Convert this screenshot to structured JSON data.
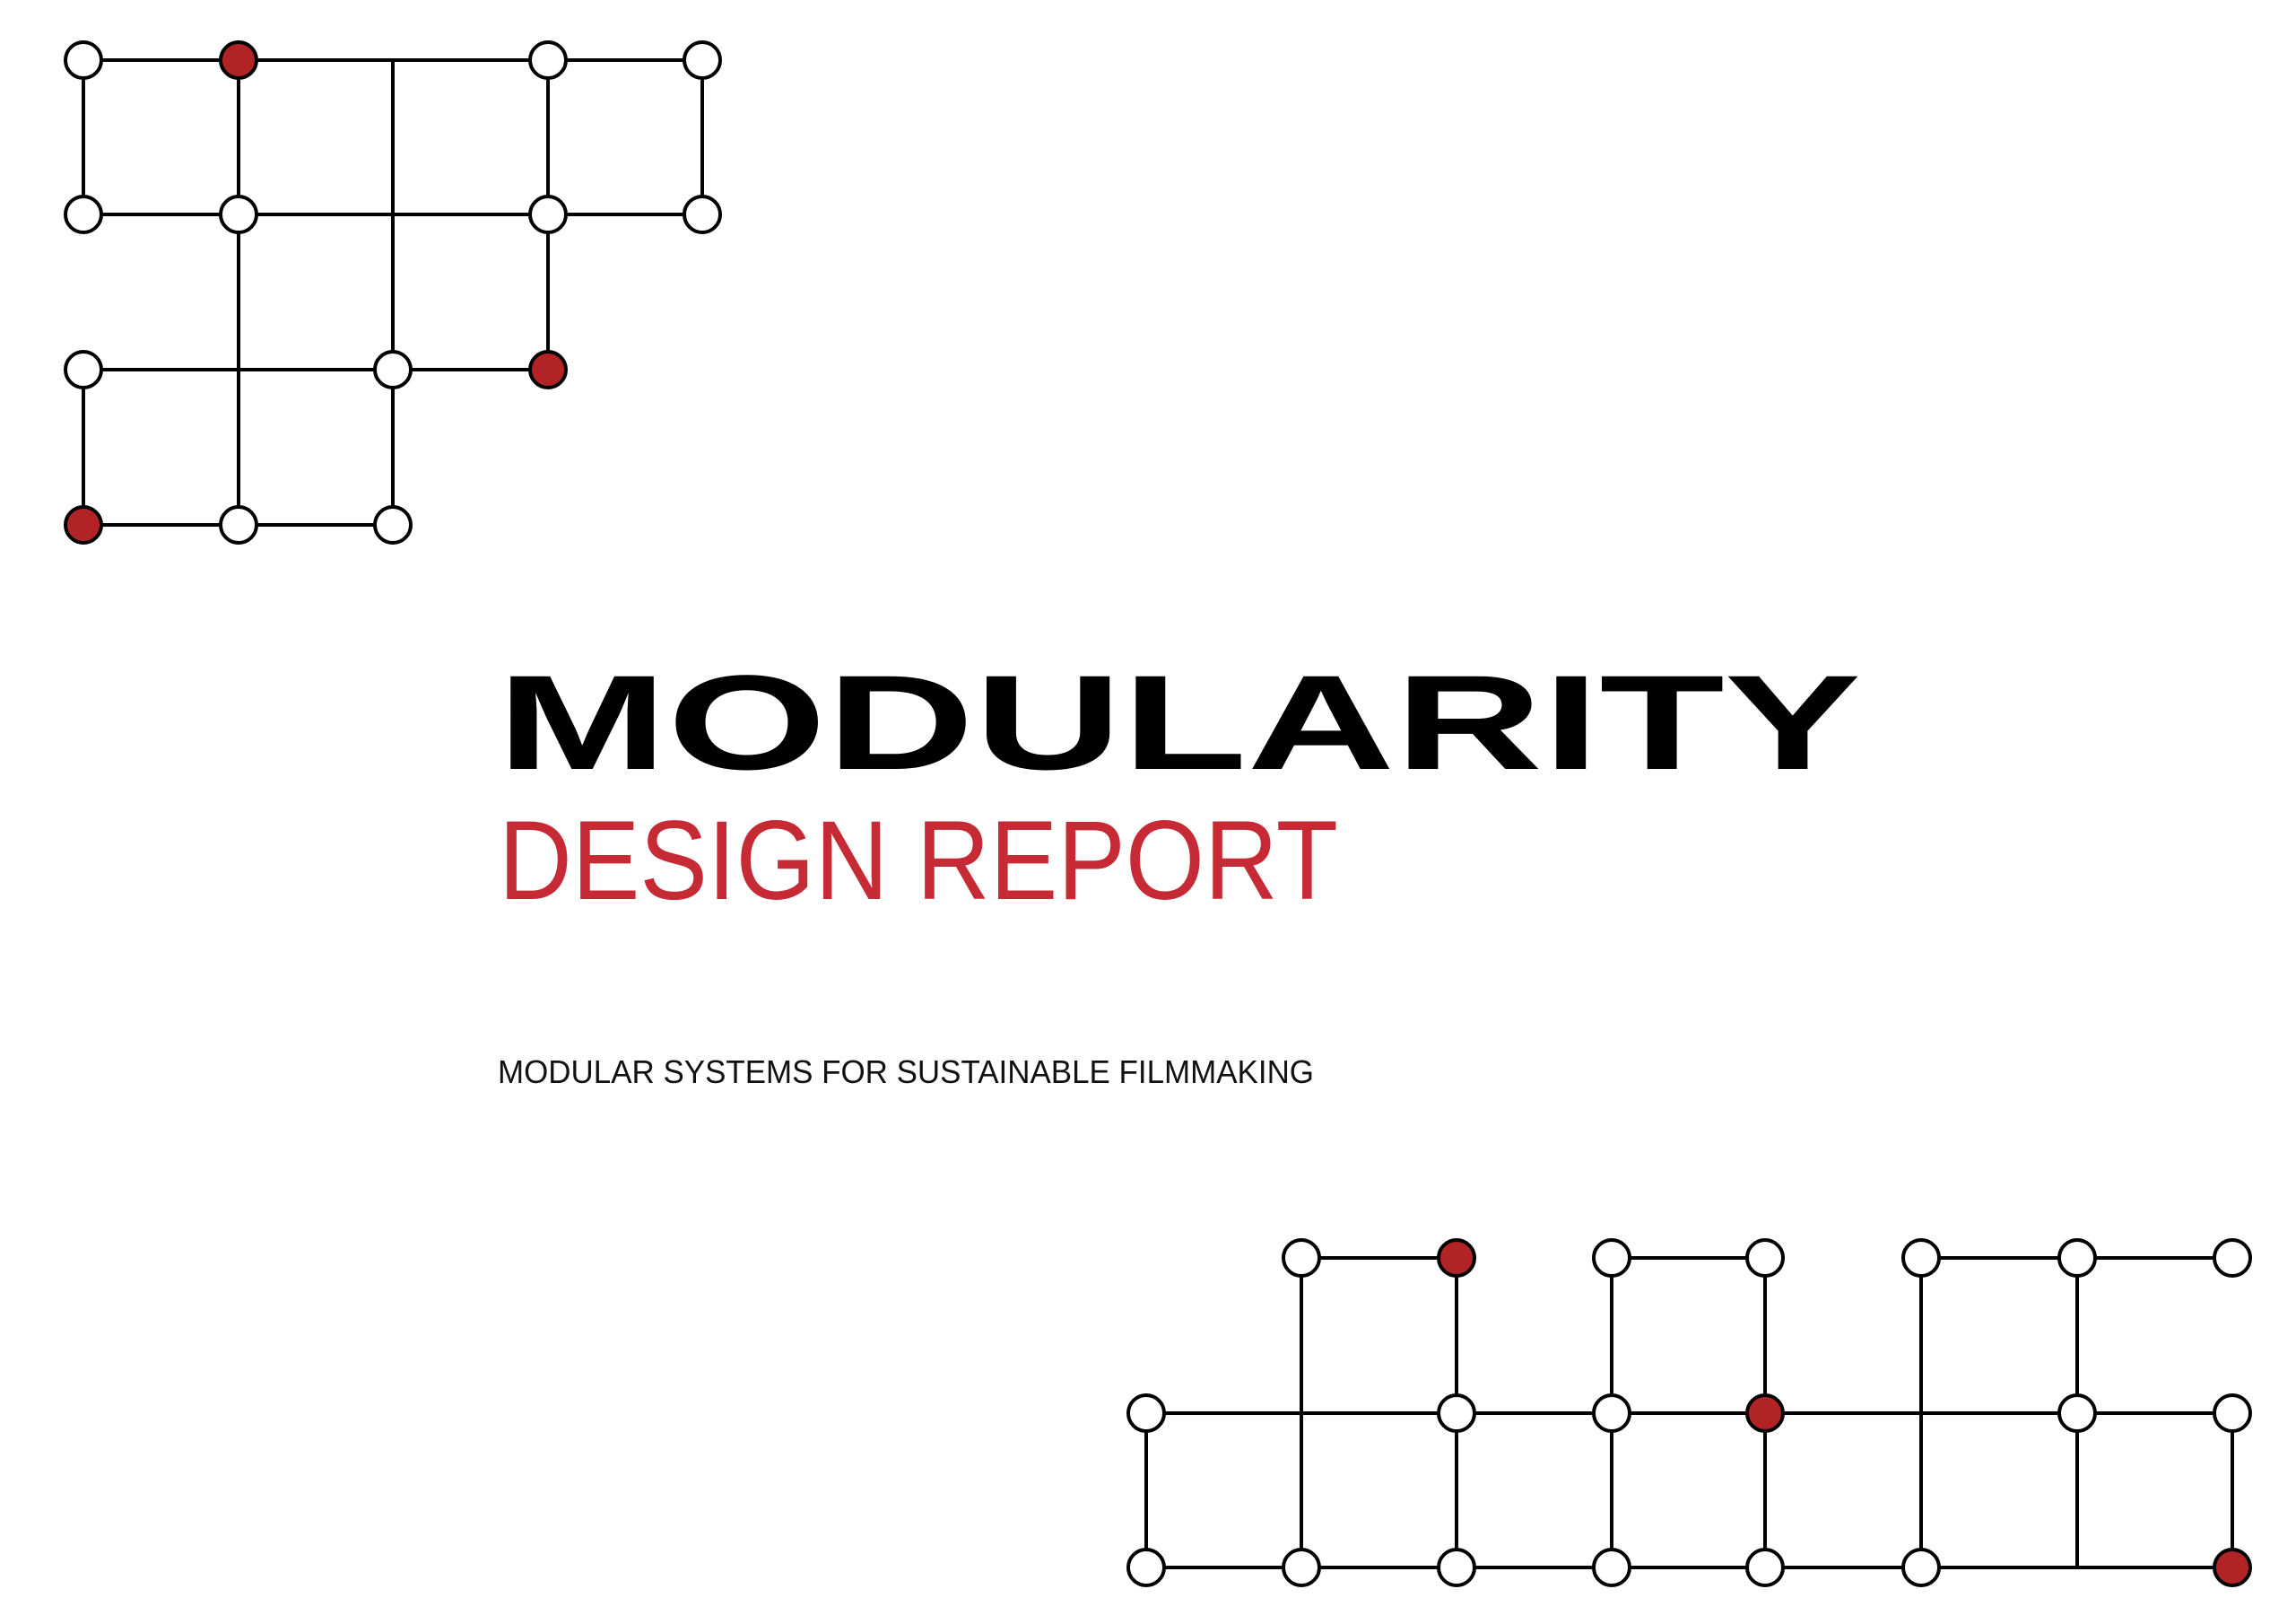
{
  "document": {
    "title": "MODULARITY",
    "subtitle": "DESIGN REPORT",
    "tagline": "MODULAR SYSTEMS FOR SUSTAINABLE FILMMAKING"
  },
  "colors": {
    "background": "#ffffff",
    "title": "#000000",
    "subtitle": "#c62a35",
    "tagline": "#111111",
    "node_accent": "#b22326",
    "node_default": "#ffffff",
    "line": "#000000"
  },
  "decorations": {
    "node_radius": 20,
    "top_left_network": {
      "columns_x": [
        93,
        266,
        438,
        611,
        783
      ],
      "rows_y": [
        67,
        239,
        412,
        585
      ],
      "nodes": [
        {
          "c": 0,
          "r": 0,
          "accent": false
        },
        {
          "c": 1,
          "r": 0,
          "accent": true
        },
        {
          "c": 3,
          "r": 0,
          "accent": false
        },
        {
          "c": 4,
          "r": 0,
          "accent": false
        },
        {
          "c": 0,
          "r": 1,
          "accent": false
        },
        {
          "c": 1,
          "r": 1,
          "accent": false
        },
        {
          "c": 3,
          "r": 1,
          "accent": false
        },
        {
          "c": 4,
          "r": 1,
          "accent": false
        },
        {
          "c": 0,
          "r": 2,
          "accent": false
        },
        {
          "c": 2,
          "r": 2,
          "accent": false
        },
        {
          "c": 3,
          "r": 2,
          "accent": true
        },
        {
          "c": 0,
          "r": 3,
          "accent": true
        },
        {
          "c": 1,
          "r": 3,
          "accent": false
        },
        {
          "c": 2,
          "r": 3,
          "accent": false
        }
      ],
      "edges": [
        [
          [
            0,
            0
          ],
          [
            4,
            0
          ]
        ],
        [
          [
            0,
            1
          ],
          [
            4,
            1
          ]
        ],
        [
          [
            0,
            2
          ],
          [
            3,
            2
          ]
        ],
        [
          [
            0,
            3
          ],
          [
            2,
            3
          ]
        ],
        [
          [
            0,
            0
          ],
          [
            0,
            1
          ]
        ],
        [
          [
            0,
            2
          ],
          [
            0,
            3
          ]
        ],
        [
          [
            1,
            0
          ],
          [
            1,
            3
          ]
        ],
        [
          [
            2,
            0
          ],
          [
            2,
            3
          ]
        ],
        [
          [
            3,
            0
          ],
          [
            3,
            2
          ]
        ],
        [
          [
            4,
            0
          ],
          [
            4,
            1
          ]
        ]
      ]
    },
    "bottom_right_network": {
      "columns_x": [
        1278,
        1451,
        1624,
        1797,
        1968,
        2142,
        2316,
        2489
      ],
      "rows_y": [
        1402,
        1575,
        1747
      ],
      "nodes": [
        {
          "c": 1,
          "r": 0,
          "accent": false
        },
        {
          "c": 2,
          "r": 0,
          "accent": true
        },
        {
          "c": 3,
          "r": 0,
          "accent": false
        },
        {
          "c": 4,
          "r": 0,
          "accent": false
        },
        {
          "c": 5,
          "r": 0,
          "accent": false
        },
        {
          "c": 6,
          "r": 0,
          "accent": false
        },
        {
          "c": 7,
          "r": 0,
          "accent": false
        },
        {
          "c": 0,
          "r": 1,
          "accent": false
        },
        {
          "c": 2,
          "r": 1,
          "accent": false
        },
        {
          "c": 3,
          "r": 1,
          "accent": false
        },
        {
          "c": 4,
          "r": 1,
          "accent": true
        },
        {
          "c": 6,
          "r": 1,
          "accent": false
        },
        {
          "c": 7,
          "r": 1,
          "accent": false
        },
        {
          "c": 0,
          "r": 2,
          "accent": false
        },
        {
          "c": 1,
          "r": 2,
          "accent": false
        },
        {
          "c": 2,
          "r": 2,
          "accent": false
        },
        {
          "c": 3,
          "r": 2,
          "accent": false
        },
        {
          "c": 4,
          "r": 2,
          "accent": false
        },
        {
          "c": 5,
          "r": 2,
          "accent": false
        },
        {
          "c": 7,
          "r": 2,
          "accent": true
        }
      ],
      "edges": [
        [
          [
            1,
            0
          ],
          [
            2,
            0
          ]
        ],
        [
          [
            3,
            0
          ],
          [
            4,
            0
          ]
        ],
        [
          [
            5,
            0
          ],
          [
            7,
            0
          ]
        ],
        [
          [
            0,
            1
          ],
          [
            7,
            1
          ]
        ],
        [
          [
            0,
            2
          ],
          [
            7,
            2
          ]
        ],
        [
          [
            0,
            1
          ],
          [
            0,
            2
          ]
        ],
        [
          [
            1,
            0
          ],
          [
            1,
            2
          ]
        ],
        [
          [
            2,
            0
          ],
          [
            2,
            2
          ]
        ],
        [
          [
            3,
            0
          ],
          [
            3,
            2
          ]
        ],
        [
          [
            4,
            0
          ],
          [
            4,
            2
          ]
        ],
        [
          [
            5,
            0
          ],
          [
            5,
            2
          ]
        ],
        [
          [
            6,
            0
          ],
          [
            6,
            2
          ]
        ],
        [
          [
            7,
            1
          ],
          [
            7,
            2
          ]
        ]
      ]
    }
  }
}
